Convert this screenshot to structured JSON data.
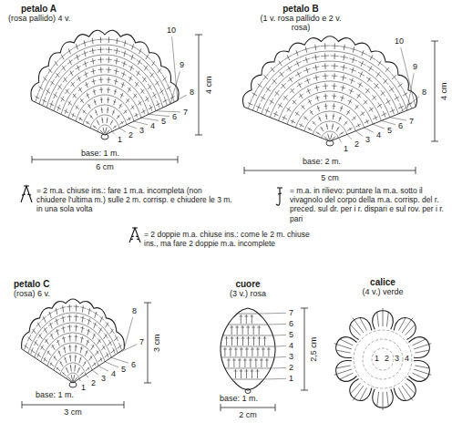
{
  "diagram": {
    "labels": [
      "petalo A",
      "(rosa pallido) 4 v.",
      "10",
      "9",
      "8",
      "7",
      "6",
      "5",
      "4",
      "3",
      "2",
      "1",
      "4 cm",
      "base: 1 m.",
      "6 cm",
      "petalo B",
      "(1 v. rosa pallido e 2 v. rosa)",
      "10",
      "9",
      "8",
      "7",
      "6",
      "5",
      "4",
      "3",
      "2",
      "1",
      "4 cm",
      "base: 2 m.",
      "5 cm",
      "petalo C",
      "(rosa) 6 v.",
      "8",
      "7",
      "6",
      "5",
      "4",
      "3",
      "2",
      "1",
      "3 cm",
      "base: 1 m.",
      "3 cm",
      "cuore",
      "(3 v.) rosa",
      "7",
      "6",
      "5",
      "4",
      "3",
      "2",
      "1",
      "2,5 cm",
      "base: 1 m.",
      "2 cm",
      "calice",
      "(4 v.) verde",
      "1",
      "2",
      "3",
      "4"
    ],
    "legend": [
      {
        "text": "= 2 m.a. chiuse ins.: fare 1 m.a. incompleta (non chiudere l'ultima m.) sulle 2 m. corrisp. e chiudere le 3 m. in una sola volta"
      },
      {
        "text": "= m.a. in rilievo: puntare la m.a. sotto il vivagnolo del corpo della m.a. corrisp. del r. preced. sul dr. per i r. dispari e sul rov. per i r. pari"
      },
      {
        "text": "= 2 doppie m.a. chiuse ins.: come le 2 m. chiuse ins., ma fare 2 doppie m.a. incomplete"
      }
    ]
  }
}
